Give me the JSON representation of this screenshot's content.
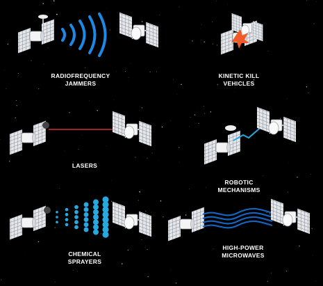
{
  "colors": {
    "background": "#000000",
    "signal_blue": "#1e88e5",
    "laser_red": "#d32f2f",
    "impact_orange": "#f05a28",
    "spray_blue": "#29a8e0",
    "microwave_blue": "#1565c0",
    "satellite_white": "#f2f2f2",
    "solar_panel": "#d9dce1",
    "panel_grid": "#8a8f99"
  },
  "panels": [
    {
      "id": "radiofrequency-jammers",
      "icon": "radio-waves-icon",
      "label_lines": [
        "RADIOFREQUENCY",
        "JAMMERS"
      ]
    },
    {
      "id": "kinetic-kill-vehicles",
      "icon": "collision-icon",
      "label_lines": [
        "KINETIC KILL",
        "VEHICLES"
      ]
    },
    {
      "id": "lasers",
      "icon": "laser-beam-icon",
      "label_lines": [
        "LASERS"
      ]
    },
    {
      "id": "robotic-mechanisms",
      "icon": "robotic-arm-icon",
      "label_lines": [
        "ROBOTIC",
        "MECHANISMS"
      ]
    },
    {
      "id": "chemical-sprayers",
      "icon": "spray-icon",
      "label_lines": [
        "CHEMICAL",
        "SPRAYERS"
      ]
    },
    {
      "id": "high-power-microwaves",
      "icon": "microwave-waves-icon",
      "label_lines": [
        "HIGH-POWER",
        "MICROWAVES"
      ]
    }
  ]
}
